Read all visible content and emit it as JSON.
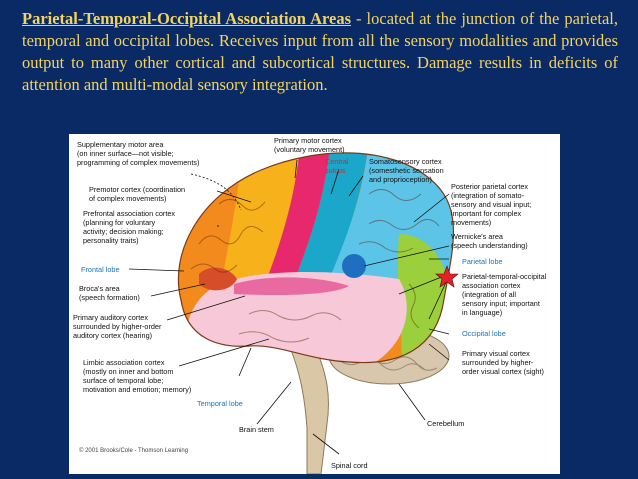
{
  "text": {
    "lead": "Parietal-Temporal-Occipital Association Areas",
    "body": " - located at the junction of the parietal, temporal and occipital lobes. Receives input from all the sensory modalities and provides output to many other cortical and subcortical structures. Damage results in deficits of attention and multi-modal sensory integration."
  },
  "labels": {
    "supplementary": [
      "Supplementary motor area",
      "(on inner surface—not visible;",
      "programming of complex movements)"
    ],
    "primary_motor": [
      "Primary motor cortex",
      "(voluntary movement)"
    ],
    "central_sulcus": [
      "Central",
      "sulcus"
    ],
    "somatosensory": [
      "Somatosensory cortex",
      "(somesthetic sensation",
      "and proprioception)"
    ],
    "premotor": [
      "Premotor cortex (coordination",
      "of complex movements)"
    ],
    "prefrontal": [
      "Prefrontal association cortex",
      "(planning for voluntary",
      "activity; decision making;",
      "personality traits)"
    ],
    "posterior_parietal": [
      "Posterior parietal cortex",
      "(integration of somato-",
      "sensory and visual input;",
      "important for complex",
      "movements)"
    ],
    "wernicke": [
      "Wernicke's area",
      "(speech understanding)"
    ],
    "frontal_lobe": "Frontal lobe",
    "parietal_lobe": "Parietal lobe",
    "pto": [
      "Parietal-temporal-occipital",
      "association cortex",
      "(integration of all",
      "sensory input; important",
      "in language)"
    ],
    "broca": [
      "Broca's area",
      "(speech formation)"
    ],
    "primary_auditory": [
      "Primary auditory cortex",
      "surrounded by higher-order",
      "auditory cortex (hearing)"
    ],
    "occipital_lobe": "Occipital lobe",
    "primary_visual": [
      "Primary visual cortex",
      "surrounded by higher-",
      "order visual cortex (sight)"
    ],
    "limbic": [
      "Limbic association cortex",
      "(mostly on inner and bottom",
      "surface of temporal lobe;",
      "motivation and emotion; memory)"
    ],
    "temporal_lobe": "Temporal lobe",
    "cerebellum": "Cerebellum",
    "brain_stem": "Brain stem",
    "spinal_cord": "Spinal cord",
    "copyright": "© 2001 Brooks/Cole - Thomson Learning"
  },
  "colors": {
    "background": "#0a2a66",
    "paragraph": "#f4d35e",
    "star": "#e0222a",
    "frontal": "#f28a1e",
    "premotor": "#f7b21b",
    "motor": "#e8286c",
    "somatosensory": "#1aa7c9",
    "parietal": "#5cc4e6",
    "temporal": "#f6c8d8",
    "occipital": "#9bcf3c",
    "cerebellum": "#d8c7ad"
  }
}
